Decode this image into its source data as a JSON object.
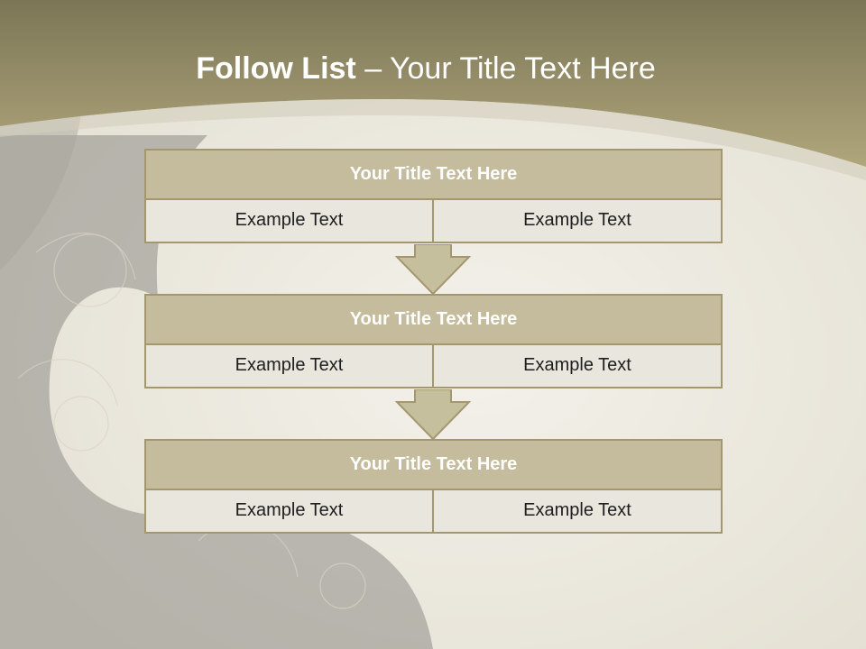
{
  "header": {
    "title_lead": "Follow List",
    "title_rest": " – Your Title Text Here"
  },
  "steps": [
    {
      "title": "Your Title Text Here",
      "left": "Example Text",
      "right": "Example Text"
    },
    {
      "title": "Your Title Text Here",
      "left": "Example Text",
      "right": "Example Text"
    },
    {
      "title": "Your Title Text Here",
      "left": "Example Text",
      "right": "Example Text"
    }
  ],
  "colors": {
    "header_band": "#a79d74",
    "block_title": "#c4bc9c",
    "block_border": "#a39770",
    "cell_fill": "#e9e6de",
    "arrow_fill": "#c6bf9e"
  }
}
